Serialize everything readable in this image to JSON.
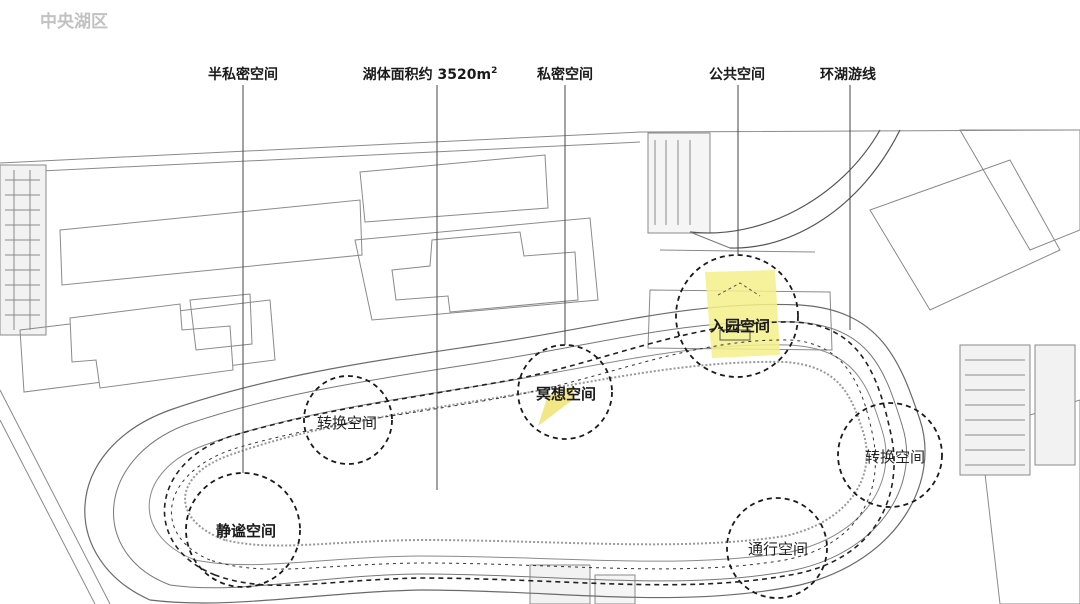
{
  "section_title": "中央湖区",
  "top_labels": {
    "semi_private": "半私密空间",
    "lake_area": "湖体面积约 3520m",
    "lake_area_sup": "2",
    "private": "私密空间",
    "public": "公共空间",
    "loop_path": "环湖游线"
  },
  "zones": {
    "entrance": "入园空间",
    "meditation": "冥想空间",
    "transition_left": "转换空间",
    "transition_right": "转换空间",
    "tranquil": "静谧空间",
    "passage": "通行空间"
  },
  "colors": {
    "highlight": "#f4ee8a",
    "line": "#555555",
    "dashed": "#222222"
  }
}
